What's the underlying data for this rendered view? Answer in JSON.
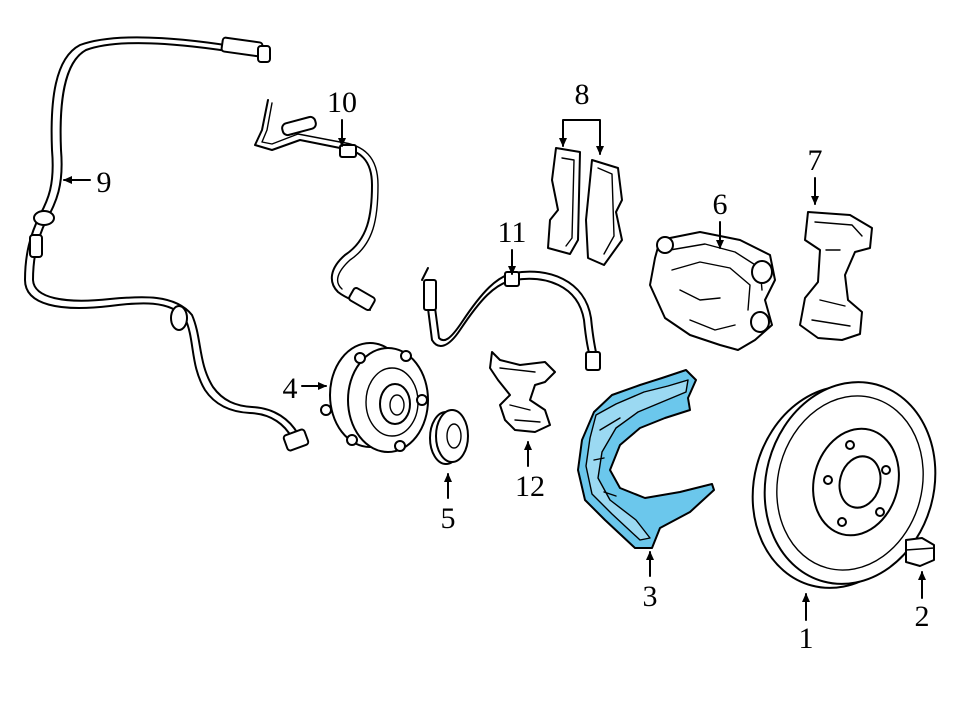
{
  "callouts": [
    {
      "id": "1",
      "text": "1"
    },
    {
      "id": "2",
      "text": "2"
    },
    {
      "id": "3",
      "text": "3"
    },
    {
      "id": "4",
      "text": "4"
    },
    {
      "id": "5",
      "text": "5"
    },
    {
      "id": "6",
      "text": "6"
    },
    {
      "id": "7",
      "text": "7"
    },
    {
      "id": "8",
      "text": "8"
    },
    {
      "id": "9",
      "text": "9"
    },
    {
      "id": "10",
      "text": "10"
    },
    {
      "id": "11",
      "text": "11"
    },
    {
      "id": "12",
      "text": "12"
    }
  ],
  "colors": {
    "highlight": "#6bc7ec",
    "line": "#000000",
    "background": "#ffffff"
  }
}
